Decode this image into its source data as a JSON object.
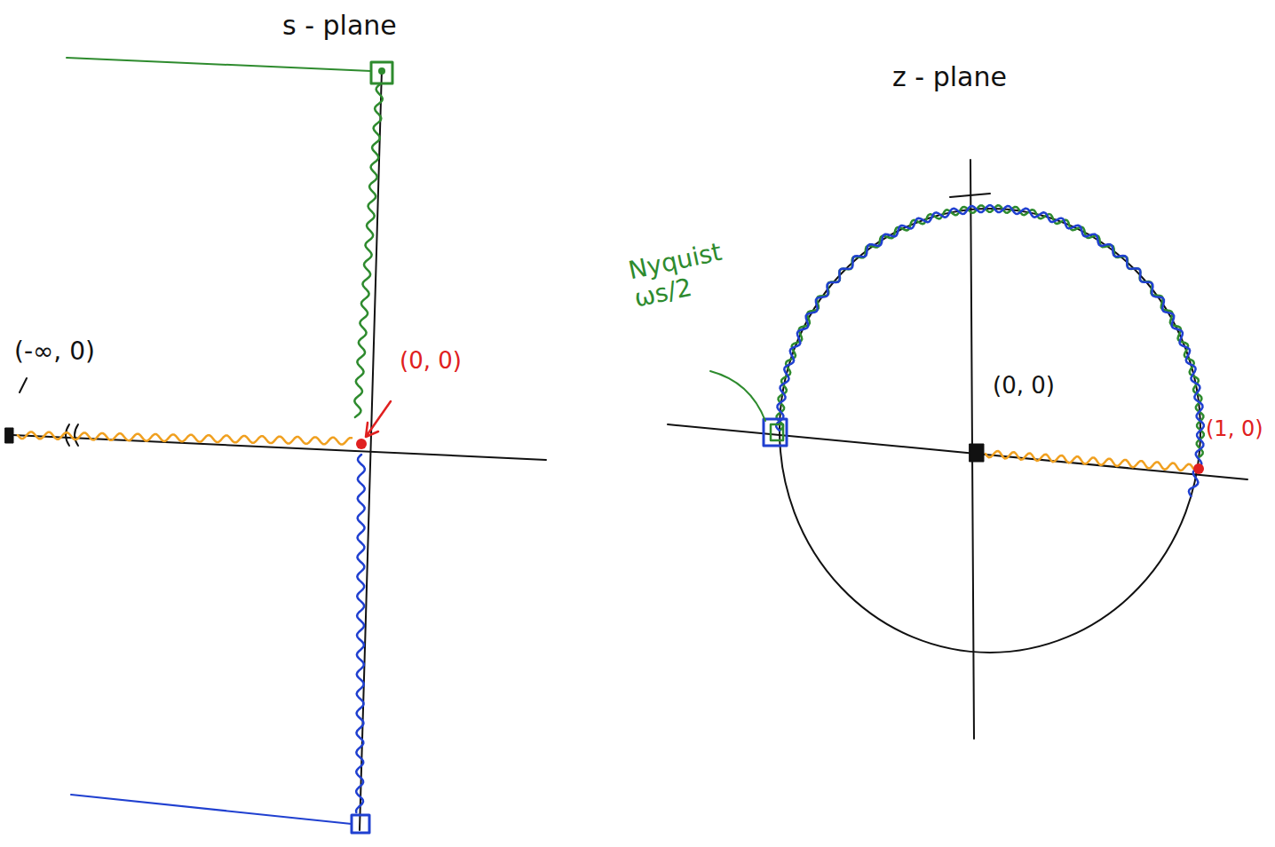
{
  "diagram": {
    "labels": [
      "s - plane",
      "(-∞, 0)",
      "(0, 0)",
      "z - plane",
      "Nyquist ωs/2",
      "(0, 0)",
      "(1, 0)"
    ]
  }
}
